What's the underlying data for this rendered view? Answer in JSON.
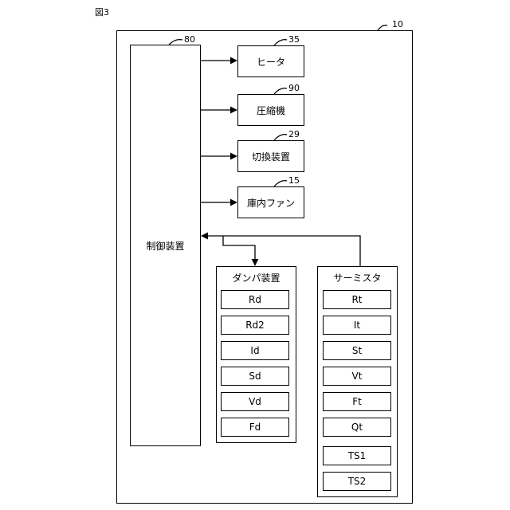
{
  "figure_label": "図3",
  "outer": {
    "ref": "10"
  },
  "controller": {
    "label": "制御装置",
    "ref": "80"
  },
  "outputs": [
    {
      "label": "ヒータ",
      "ref": "35"
    },
    {
      "label": "圧縮機",
      "ref": "90"
    },
    {
      "label": "切換装置",
      "ref": "29"
    },
    {
      "label": "庫内ファン",
      "ref": "15"
    }
  ],
  "damper": {
    "title": "ダンパ装置",
    "items": [
      "Rd",
      "Rd2",
      "Id",
      "Sd",
      "Vd",
      "Fd"
    ]
  },
  "thermistor": {
    "title": "サーミスタ",
    "items": [
      "Rt",
      "It",
      "St",
      "Vt",
      "Ft",
      "Qt",
      "TS1",
      "TS2"
    ]
  }
}
